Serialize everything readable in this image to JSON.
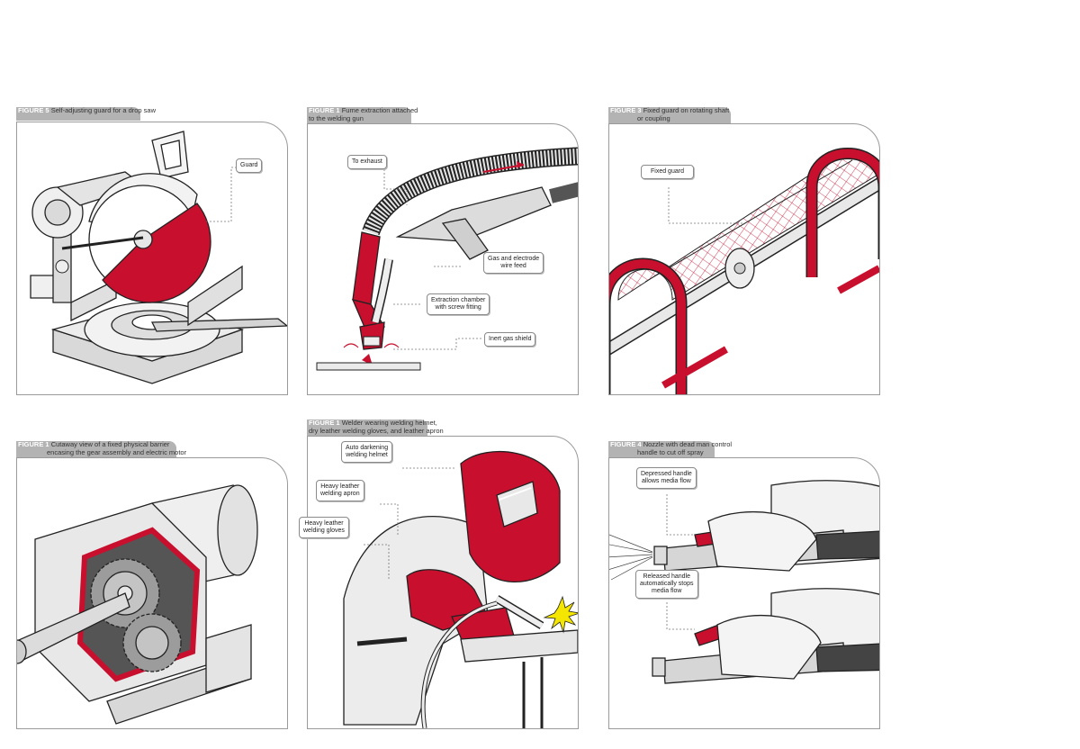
{
  "colors": {
    "accent_red": "#c8102e",
    "frame_gray": "#9a9a9a",
    "tab_gray": "#b3b3b3",
    "line_dark": "#222222"
  },
  "panels": [
    {
      "number": "FIGURE 5",
      "title": "Self-adjusting guard for a drop saw",
      "title_cont": "",
      "callouts": [
        "Guard"
      ]
    },
    {
      "number": "FIGURE 1",
      "title": "Fume extraction attached",
      "title_cont": "to the welding gun",
      "callouts": [
        "To exhaust",
        "Gas and electrode\nwire feed",
        "Extraction chamber\nwith screw fitting",
        "Inert gas shield"
      ]
    },
    {
      "number": "FIGURE 3",
      "title": "Fixed guard on rotating shaft",
      "title_cont": "or coupling",
      "callouts": [
        "Fixed guard"
      ]
    },
    {
      "number": "FIGURE 1",
      "title": "Cutaway view of a fixed physical barrier",
      "title_cont": "encasing the gear assembly and electric motor",
      "callouts": []
    },
    {
      "number": "FIGURE 1",
      "title": "Welder wearing welding helmet,",
      "title_cont": "dry leather welding gloves, and leather apron",
      "callouts": [
        "Auto darkening\nwelding helmet",
        "Heavy leather\nwelding apron",
        "Heavy leather\nwelding gloves"
      ]
    },
    {
      "number": "FIGURE 4",
      "title": "Nozzle with dead man control",
      "title_cont": "handle to cut off spray",
      "callouts": [
        "Depressed handle\nallows media flow",
        "Released handle\nautomatically stops\nmedia flow"
      ]
    }
  ]
}
